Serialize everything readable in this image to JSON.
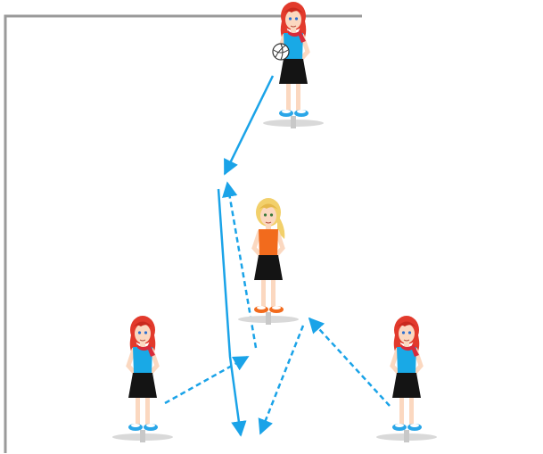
{
  "diagram": {
    "type": "netball-drill",
    "court_line_color": "#9a9a9a",
    "arrow_color": "#1aa3e8",
    "players": [
      {
        "id": "top",
        "team": "blue",
        "has_ball": true
      },
      {
        "id": "center",
        "team": "orange",
        "has_ball": false
      },
      {
        "id": "left",
        "team": "blue",
        "has_ball": false
      },
      {
        "id": "right",
        "team": "blue",
        "has_ball": false
      }
    ],
    "team_colors": {
      "blue": {
        "top": "#19a9e6",
        "hair": "#e23a2c",
        "scarf": "#d92b3a"
      },
      "orange": {
        "top": "#f26b1d",
        "hair": "#f2d06b"
      }
    },
    "movements": [
      {
        "id": "pass-1",
        "style": "solid"
      },
      {
        "id": "run-1",
        "style": "solid"
      },
      {
        "id": "run-2",
        "style": "dashed"
      },
      {
        "id": "pass-2",
        "style": "dashed"
      },
      {
        "id": "pass-3",
        "style": "dashed"
      },
      {
        "id": "run-3",
        "style": "dashed"
      }
    ]
  }
}
